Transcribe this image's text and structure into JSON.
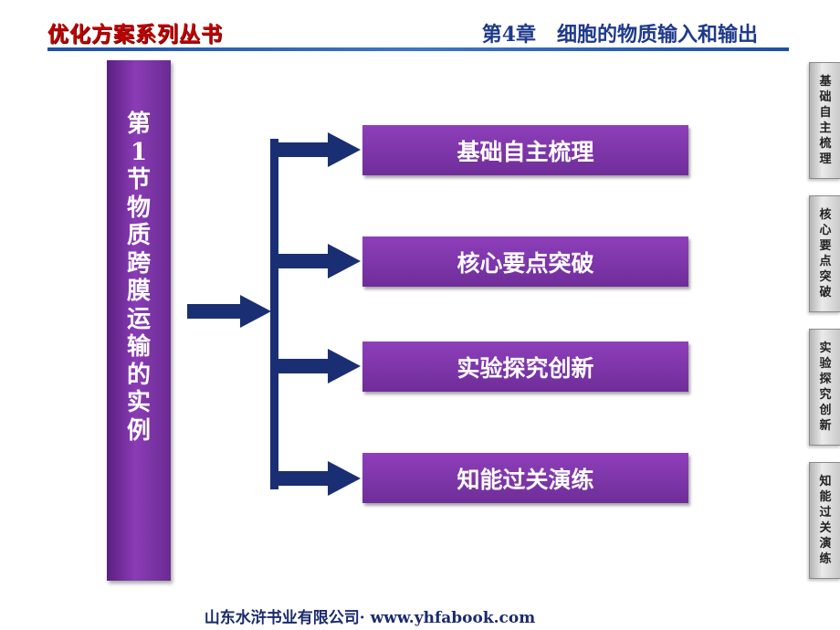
{
  "header": {
    "series_title": "优化方案系列丛书",
    "chapter_title": "第4章   细胞的物质输入和输出"
  },
  "section": {
    "title": "第1节物质跨膜运输的实例"
  },
  "menu": [
    {
      "label": "基础自主梳理"
    },
    {
      "label": "核心要点突破"
    },
    {
      "label": "实验探究创新"
    },
    {
      "label": "知能过关演练"
    }
  ],
  "side_tabs": [
    {
      "label": "基础自主梳理"
    },
    {
      "label": "核心要点突破"
    },
    {
      "label": "实验探究创新"
    },
    {
      "label": "知能过关演练"
    }
  ],
  "footer": {
    "text": "山东水浒书业有限公司· www.yhfabook.com"
  },
  "colors": {
    "purple": "#7a33a6",
    "navy": "#1a2f73",
    "header_red": "#c00000",
    "header_blue": "#1f3a8a"
  }
}
